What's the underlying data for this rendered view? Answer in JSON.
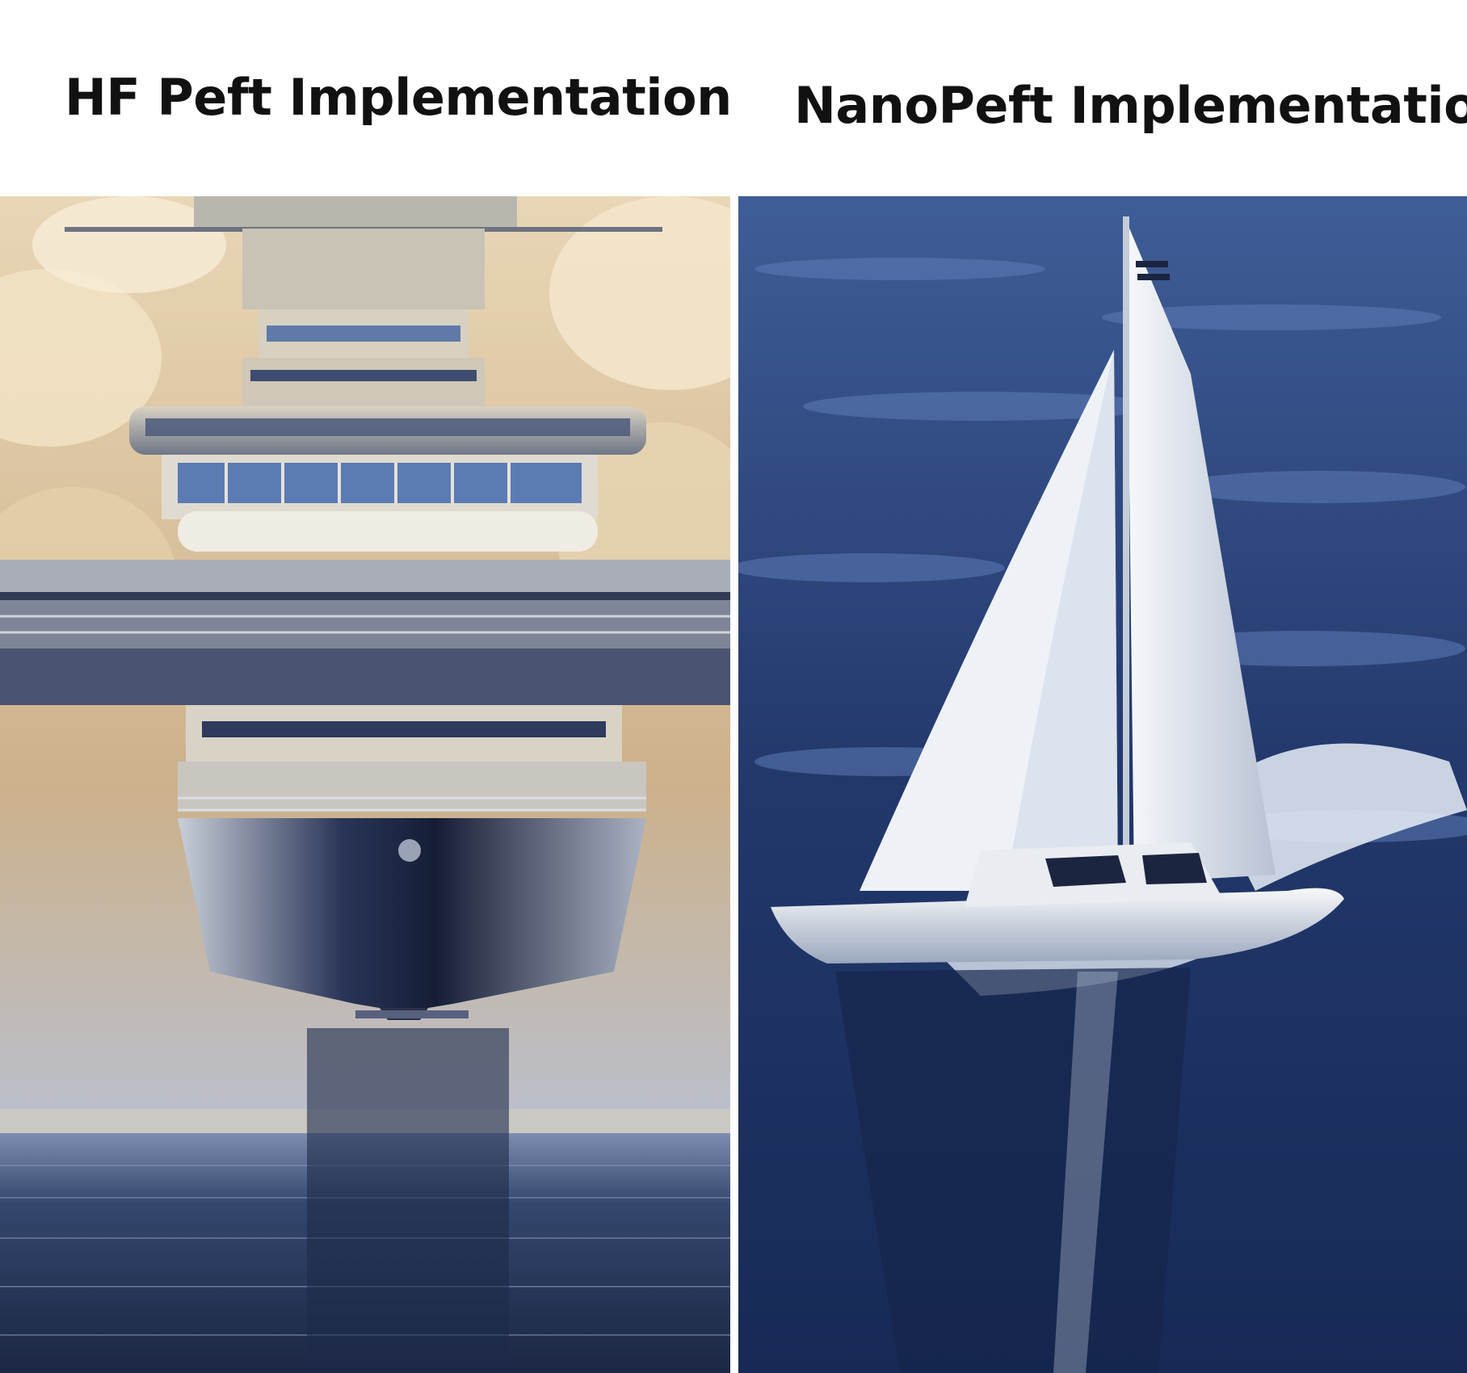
{
  "captions": {
    "left": "HF Peft Implementation",
    "right": "NanoPeft Implementation"
  },
  "panels": {
    "left": {
      "subject": "battleship-bow",
      "palette": {
        "sky": "#d8c3a1",
        "cloud": "#f1e2c8",
        "sea": "#2c3c5e",
        "hull": "#1d2745",
        "steel": "#9ea4ad"
      }
    },
    "right": {
      "subject": "sailboat",
      "palette": {
        "sea": "#1f3566",
        "seaLight": "#4d6aa6",
        "sail": "#e9edf3",
        "hull": "#f2f4f7",
        "wake": "#e6ecf5"
      }
    }
  }
}
